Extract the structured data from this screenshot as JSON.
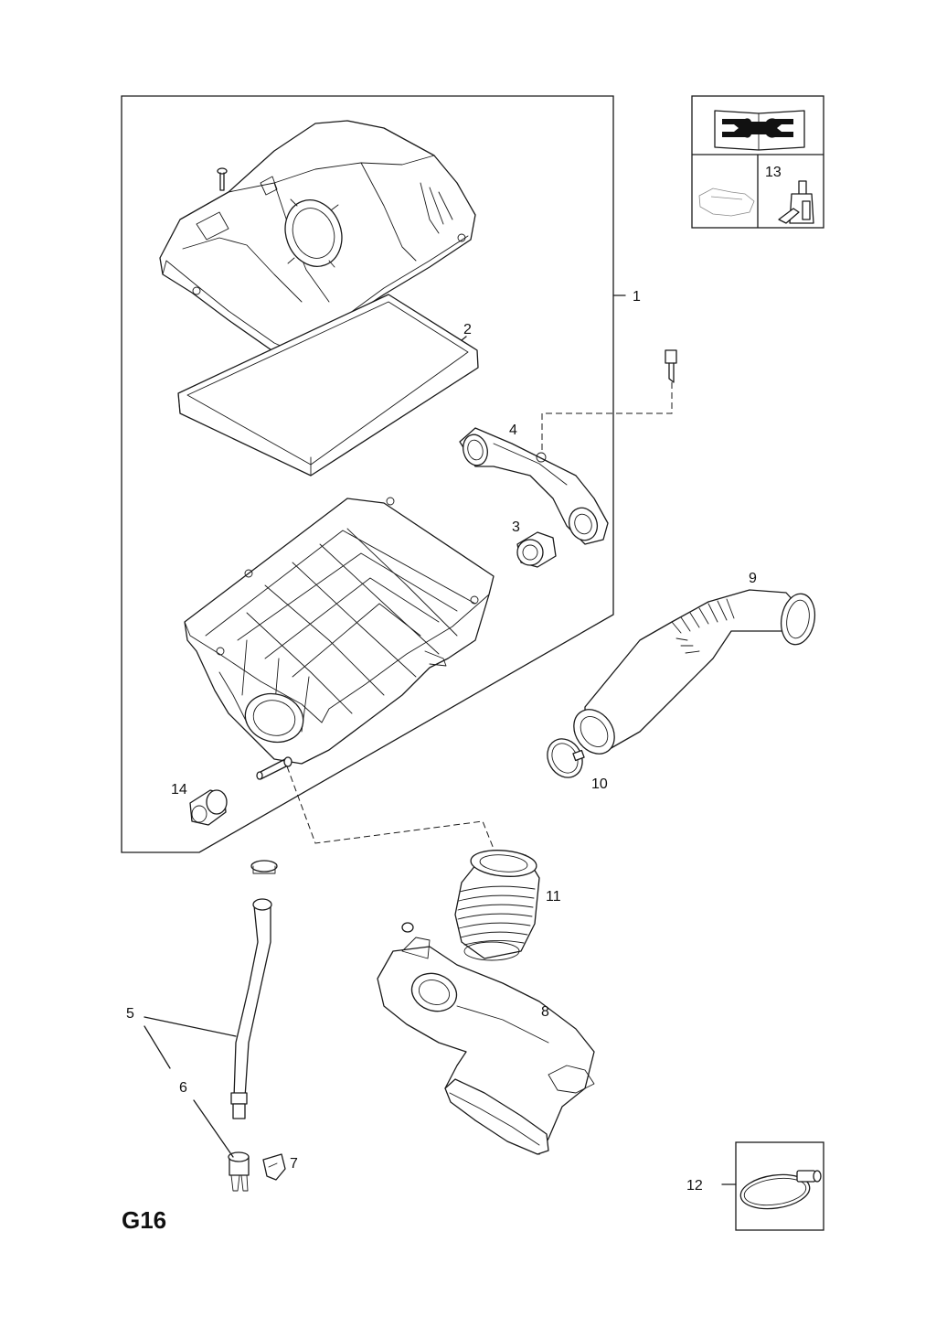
{
  "diagram_code": "G16",
  "callouts": {
    "c1": "1",
    "c2": "2",
    "c3": "3",
    "c4": "4",
    "c5": "5",
    "c6": "6",
    "c7": "7",
    "c8": "8",
    "c9": "9",
    "c10": "10",
    "c11": "11",
    "c12": "12",
    "c13": "13",
    "c14": "14"
  },
  "legend_icon": "manual-wrench-icon",
  "parts": [
    {
      "callout": "1",
      "icon": "air-cleaner-assembly"
    },
    {
      "callout": "2",
      "icon": "filter-element"
    },
    {
      "callout": "3",
      "icon": "grommet"
    },
    {
      "callout": "4",
      "icon": "bracket"
    },
    {
      "callout": "5",
      "icon": "breather-hose"
    },
    {
      "callout": "6",
      "icon": "connector"
    },
    {
      "callout": "7",
      "icon": "clip"
    },
    {
      "callout": "8",
      "icon": "intake-duct"
    },
    {
      "callout": "9",
      "icon": "intake-hose"
    },
    {
      "callout": "10",
      "icon": "hose-clamp"
    },
    {
      "callout": "11",
      "icon": "bellows"
    },
    {
      "callout": "12",
      "icon": "hose-clamp"
    },
    {
      "callout": "13",
      "icon": "sensor"
    },
    {
      "callout": "14",
      "icon": "mount-grommet"
    }
  ]
}
